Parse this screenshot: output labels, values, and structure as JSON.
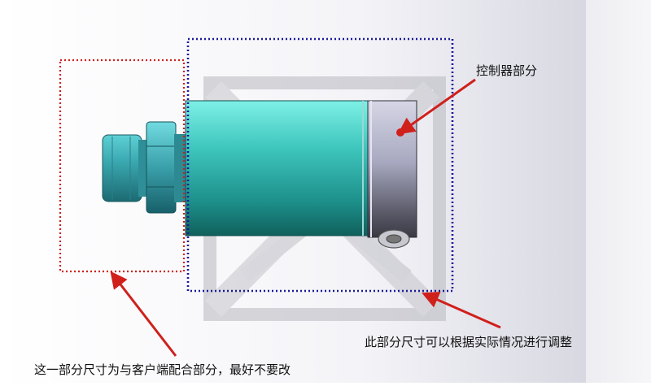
{
  "labels": {
    "controller": "控制器部分",
    "adjustable": "此部分尺寸可以根据实际情况进行调整",
    "client_fit": "这一部分尺寸为与客户端配合部分，最好不要改"
  },
  "colors": {
    "red_marker": "#d0201c",
    "blue_marker": "#1a1a9a",
    "cylinder": "#2bb5ad",
    "fitting": "#3aa8b0",
    "cap": "#9a9ab0",
    "watermark": "#c8c8cc"
  }
}
